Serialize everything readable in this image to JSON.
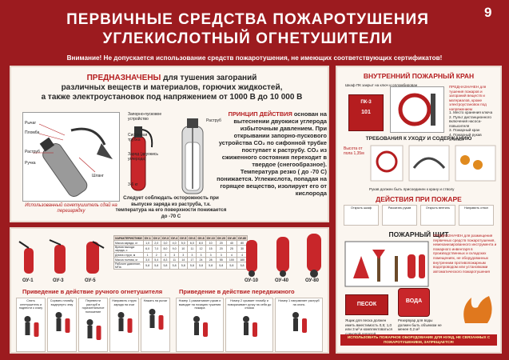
{
  "header": {
    "title_line1": "ПЕРВИЧНЫЕ СРЕДСТВА ПОЖАРОТУШЕНИЯ",
    "title_line2": "УГЛЕКИСЛОТНЫЙ ОГНЕТУШИТЕЛИ",
    "page_number": "9",
    "warning": "Внимание! Не допускается использование средств пожаротушения, не имеющих соответствующих сертификатов!"
  },
  "intro": {
    "lead": "ПРЕДНАЗНАЧЕНЫ",
    "line1": "для тушения загораний",
    "line2": "различных веществ и материалов, горючих жидкостей,",
    "line3": "а также электроустановок под напряжением от 1000 В до 10 000 В"
  },
  "extinguisher_labels": {
    "lever": "Рычаг",
    "pin": "Пломба",
    "raструб": "Раструб",
    "handle": "Ручка",
    "hose": "Шланг",
    "caption": "Использованный огнетушитель сдай на перезарядку"
  },
  "cutaway_labels": {
    "valve": "Запорно-пусковое устройство",
    "siphon": "Сифонная трубка",
    "charge": "Заряд (двуокись углерода)",
    "nozzle": "Раструб",
    "capacity": "3-6 кг"
  },
  "principle": {
    "heading": "ПРИНЦИП ДЕЙСТВИЯ",
    "body": "основан на вытеснении двуокиси углерода избыточным давлением. При открывании запорно-пускового устройства CO₂ по сифонной трубке поступает к раструбу. CO₂ из сжиженного состояния переходит в твердое (снегообразное). Температура резко ( до -70 С) понижается. Углекислота, попадая на горящее вещество, изолирует его от кислорода"
  },
  "caution": "Следует соблюдать осторожность при выпуске заряда из раструба, т.к. температура на его поверхности понижается до -70 С",
  "models": {
    "ou1": "ОУ-1",
    "ou3": "ОУ-3",
    "ou5": "ОУ-5",
    "ou10": "ОУ-10",
    "ou40": "ОУ-40",
    "ou80": "ОУ-80"
  },
  "table": {
    "header": [
      "ХАРАКТЕРИСТИКИ",
      "ОУ-1",
      "ОУ-2",
      "ОУ-3",
      "ОУ-4",
      "ОУ-5",
      "ОУ-6",
      "ОУ-8",
      "ОУ-10",
      "ОУ-20",
      "ОУ-40",
      "ОУ-80"
    ],
    "rows": [
      [
        "Масса заряда, кг",
        "1,0",
        "2,0",
        "3,0",
        "4,0",
        "5,0",
        "6,0",
        "8,0",
        "10",
        "20",
        "40",
        "80"
      ],
      [
        "Время выхода заряда, с",
        "6,0",
        "7,0",
        "8,0",
        "9,0",
        "10",
        "11",
        "12",
        "15",
        "20",
        "25",
        "30"
      ],
      [
        "Длина струи, м",
        "1",
        "2",
        "3",
        "3",
        "3",
        "3",
        "3",
        "3",
        "3",
        "4",
        "4"
      ],
      [
        "Масса полная, кг",
        "3,0",
        "5,4",
        "8,3",
        "11",
        "14",
        "17",
        "24",
        "28",
        "55",
        "100",
        "180"
      ],
      [
        "Рабочее давление, МПа",
        "5,8",
        "5,8",
        "5,8",
        "5,8",
        "5,8",
        "5,8",
        "5,8",
        "5,8",
        "5,8",
        "5,8",
        "5,8"
      ]
    ]
  },
  "manual": {
    "title": "Приведение в действие ручного огнетушителя",
    "steps": [
      "Снять огнетушитель и поднести к очагу",
      "Сорвать пломбу, выдернуть чеку",
      "Перевести раструб в горизонтальное положение",
      "Направить струю заряда на очаг",
      "Нажать на рычаг"
    ]
  },
  "mobile": {
    "title": "Приведение в действие передвижного огнетушителя",
    "steps": [
      "Номер 1 разматывает рукав и выводит на позицию тушения пожара",
      "Номер 2 срывает пломбу и поворачивает ручку на себя до отказа",
      "Номер 1 направляет раструб на огонь"
    ]
  },
  "hydrant": {
    "title": "ВНУТРЕННИЙ ПОЖАРНЫЙ КРАН",
    "cabinet_note": "Шкаф ПК закрыт на ключ и опломбирован",
    "cabinet_label": "ПК-3",
    "cabinet_number": "101",
    "purpose": "ПРЕДНАЗНАЧЕН для тушения пожаров и загораний веществ и материалов, кроме электроустановок под напряжением",
    "parts": [
      "1. Место хранения ключа",
      "2. Пульт дистанционного включения насоса-повысителя",
      "3. Пожарный кран",
      "4. Пожарный рукав",
      "5. Ствол"
    ],
    "care_title": "ТРЕБОВАНИЯ К УХОДУ И СОДЕРЖАНИЮ",
    "height_note": "Высота от пола 1,35м",
    "care_text": "Рукав должен быть присоединен к крану и стволу",
    "action_title": "ДЕЙСТВИЯ ПРИ ПОЖАРЕ",
    "actions": [
      "Открыть шкаф",
      "Раскатать рукав",
      "Открыть вентиль",
      "Направить ствол"
    ]
  },
  "fire_board": {
    "title": "ПОЖАРНЫЙ ЩИТ",
    "description": "ПРЕДНАЗНАЧЕН для размещения первичных средств пожаротушения, немеханизированного инструмента и пожарного инвентаря в производственных и складских помещениях, не оборудованных внутренним противопожарным водопроводом или установками автоматического пожаротушения",
    "sand": "ПЕСОК",
    "water": "ВОДА",
    "sand_note": "Ящик для песка должен иметь вместимость 0,5; 1,0 или 3 м³ и комплектоваться совковой лопатой",
    "water_note": "Резервуар для воды должен быть объемом не менее 0,2 м³",
    "warning": "ИСПОЛЬЗОВАТЬ ПОЖАРНОЕ ОБОРУДОВАНИЕ ДЛЯ НУЖД, НЕ СВЯЗАННЫХ С ПОЖАРОТУШЕНИЕМ, ЗАПРЕЩАЕТСЯ!"
  },
  "colors": {
    "background": "#9c1b1f",
    "accent": "#b51d1f",
    "panel": "#fbf6f0"
  }
}
